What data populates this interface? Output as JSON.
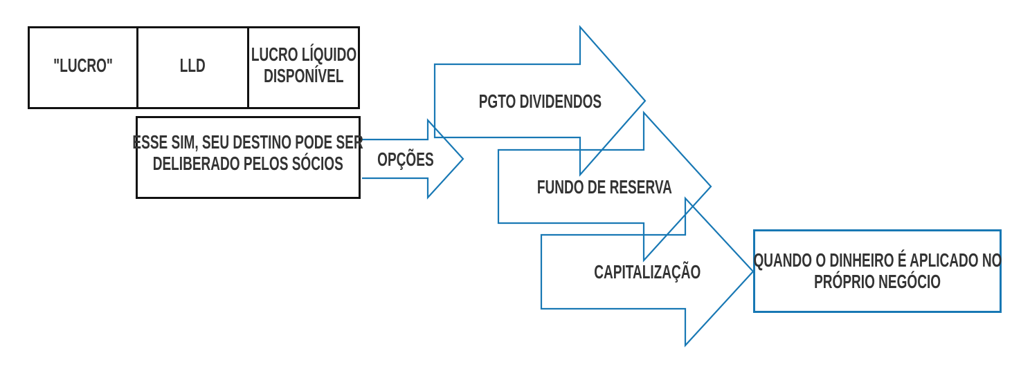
{
  "colors": {
    "blue": "#1878B4",
    "black": "#111111",
    "text": "#333333"
  },
  "top_row": {
    "lucro_label": "\"LUCRO\"",
    "lld_label": "LLD",
    "lld_full_line1": "LUCRO LÍQUIDO",
    "lld_full_line2": "DISPONÍVEL"
  },
  "deliberation_box": {
    "line1": "ESSE SIM, SEU DESTINO PODE SER",
    "line2": "DELIBERADO PELOS SÓCIOS"
  },
  "arrows": {
    "opcoes_label": "OPÇÕES",
    "dividendos_label": "PGTO DIVIDENDOS",
    "reserva_label": "FUNDO DE RESERVA",
    "capitalizacao_label": "CAPITALIZAÇÃO"
  },
  "note_box": {
    "line1": "QUANDO O DINHEIRO É APLICADO NO",
    "line2": "PRÓPRIO NEGÓCIO"
  }
}
